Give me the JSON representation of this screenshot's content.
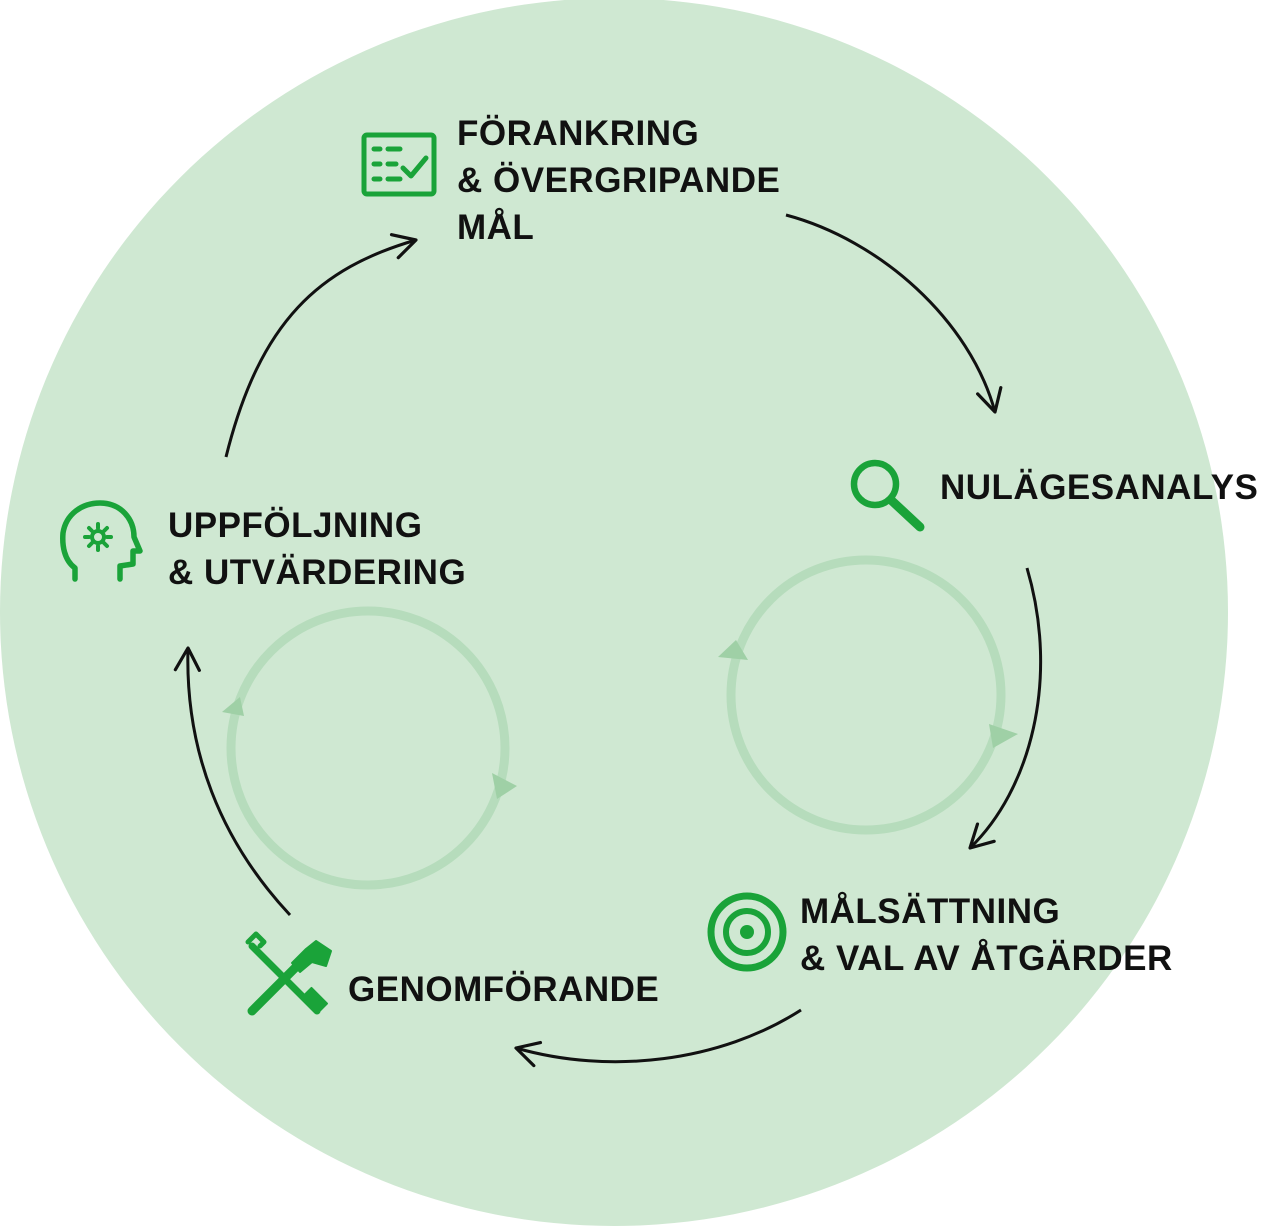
{
  "colors": {
    "background_circle": "#cfe8d2",
    "icon_green": "#1aa339",
    "arrow": "#111111",
    "inner_cycle": "#b6dcbc",
    "inner_cycle_arrowhead": "#9fd0a6"
  },
  "steps": [
    {
      "id": "forankring",
      "icon": "checklist-icon",
      "lines": [
        "FÖRANKRING",
        "& ÖVERGRIPANDE",
        "MÅL"
      ]
    },
    {
      "id": "nulagesanalys",
      "icon": "magnifier-icon",
      "lines": [
        "NULÄGESANALYS"
      ]
    },
    {
      "id": "malsattning",
      "icon": "target-icon",
      "lines": [
        "MÅLSÄTTNING",
        "& VAL AV ÅTGÄRDER"
      ]
    },
    {
      "id": "genomforande",
      "icon": "tools-icon",
      "lines": [
        "GENOMFÖRANDE"
      ]
    },
    {
      "id": "uppfoljning",
      "icon": "head-gear-icon",
      "lines": [
        "UPPFÖLJNING",
        "& UTVÄRDERING"
      ]
    }
  ]
}
